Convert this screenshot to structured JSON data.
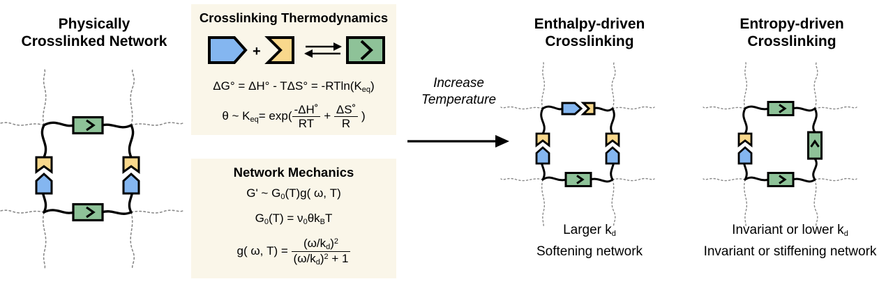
{
  "colors": {
    "blue": "#84B6F0",
    "yellow": "#F9D88C",
    "green": "#8EC298",
    "box_bg": "#FAF6E9",
    "stroke": "#000000",
    "dangling_chain": "#8A8A8A"
  },
  "panels": {
    "left": {
      "title_line1": "Physically",
      "title_line2": "Crosslinked Network"
    },
    "enthalpy": {
      "title_line1": "Enthalpy-driven",
      "title_line2": "Crosslinking",
      "caption_line1": "Larger k",
      "caption_line1_sub": "d",
      "caption_line2": "Softening network"
    },
    "entropy": {
      "title_line1": "Entropy-driven",
      "title_line2": "Crosslinking",
      "caption_line1": "Invariant or lower k",
      "caption_line1_sub": "d",
      "caption_line2": "Invariant or stiffening network"
    }
  },
  "transition": {
    "label_line1": "Increase",
    "label_line2": "Temperature",
    "arrow": "right-arrow"
  },
  "thermo_box": {
    "title": "Crosslinking Thermodynamics",
    "reaction": {
      "reactant_a": "blue-arrow-motif",
      "plus": "+",
      "reactant_b": "yellow-chevron-motif",
      "equilibrium": "reversible-arrows",
      "product": "green-bound-complex"
    },
    "equation1": {
      "lhs": "ΔG° = ΔH° - TΔS° = -RTln(K",
      "sub": "eq",
      "tail": ")"
    },
    "equation2": {
      "prefix": "θ ~ K",
      "prefix_sub": "eq",
      "mid": "= exp(",
      "frac1_num": "-ΔH˚",
      "frac1_den": "RT",
      "operator": "+",
      "frac2_num": "ΔS˚",
      "frac2_den": "R",
      "suffix": ")"
    }
  },
  "mechanics_box": {
    "title": "Network Mechanics",
    "equation1": {
      "lhs": "G' ~ G",
      "lhs_sub": "0",
      "rhs": "(T)g( ω, T)"
    },
    "equation2": {
      "lhs": "G",
      "lhs_sub": "0",
      "mid": "(T) = ν",
      "mid_sub": "0",
      "theta": "θk",
      "theta_sub": "B",
      "tail": "T"
    },
    "equation3": {
      "lhs": "g( ω, T) =",
      "num_pre": "(ω/k",
      "num_sub": "d",
      "num_post": ")",
      "num_sup": "2",
      "den_pre": "(ω/k",
      "den_sub": "d",
      "den_post": ")",
      "den_sup": "2",
      "den_tail": "+ 1"
    }
  }
}
